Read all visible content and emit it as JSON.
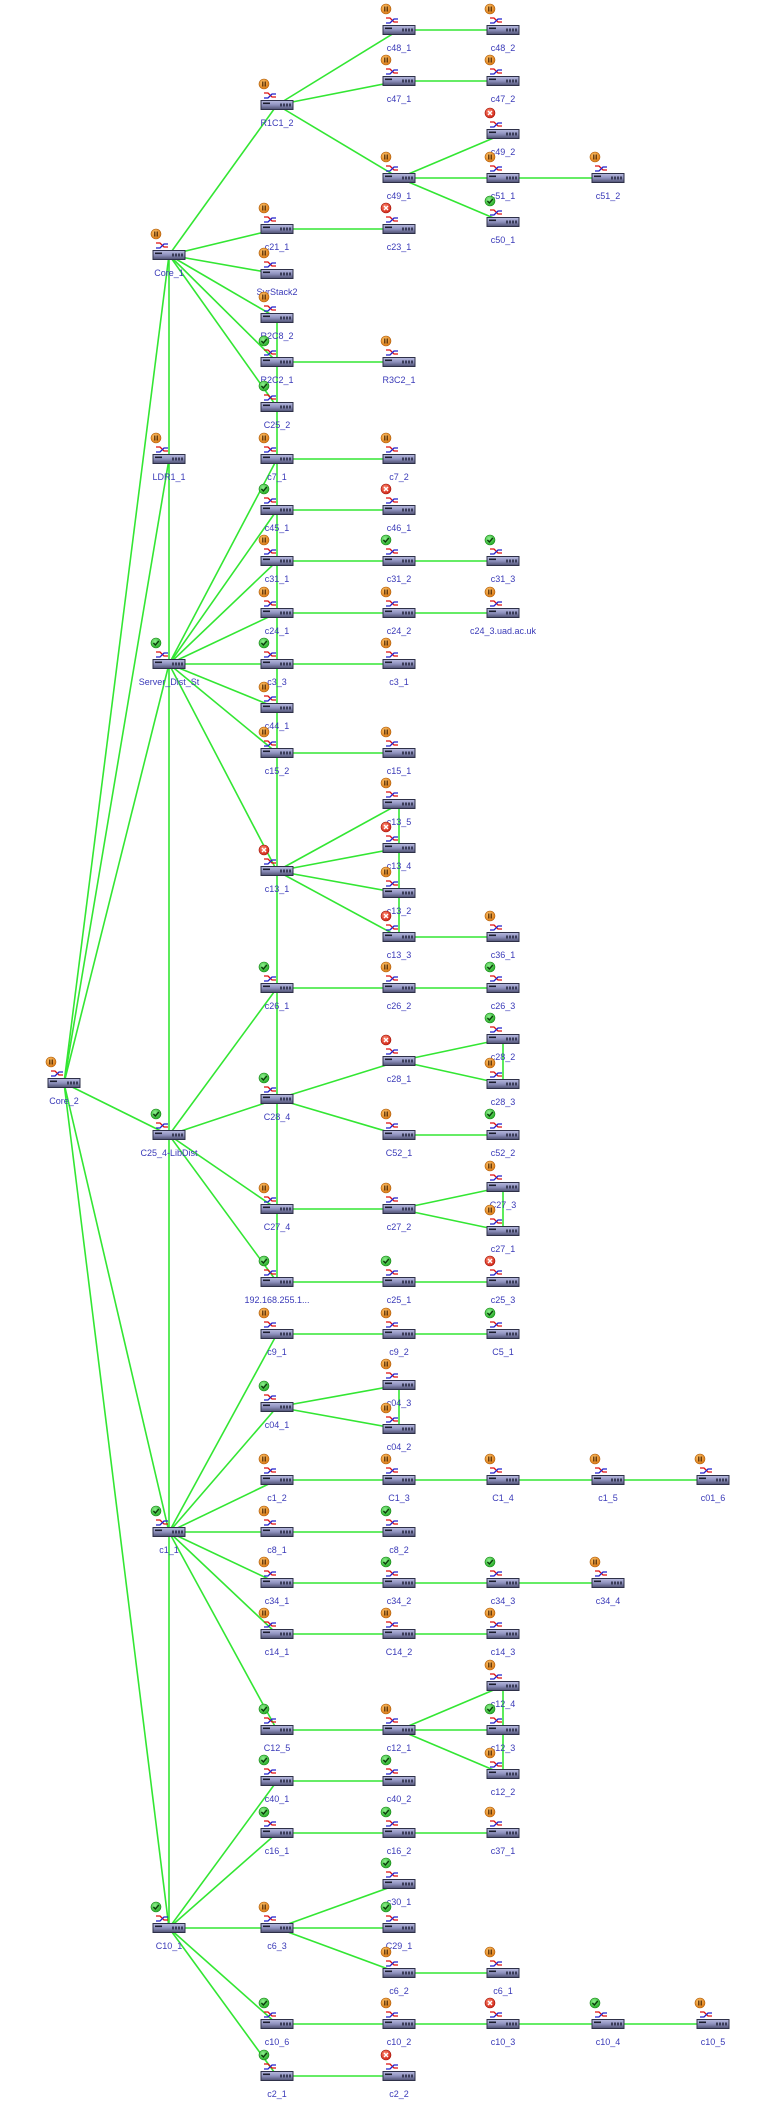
{
  "view": {
    "title": "Network Topology Map",
    "link_color": "#33e633",
    "label_color": "#3a3ab8",
    "status_colors": {
      "warning": "#e8891a",
      "ok": "#2fbf2f",
      "down": "#e0301e"
    }
  },
  "nodes": [
    {
      "id": "Core_2",
      "label": "Core_2",
      "status": "warning",
      "col": 0,
      "row": 1083
    },
    {
      "id": "Core_1",
      "label": "Core_1",
      "status": "warning",
      "col": 1,
      "row": 255
    },
    {
      "id": "LDR1_1",
      "label": "LDR1_1",
      "status": "warning",
      "col": 1,
      "row": 459
    },
    {
      "id": "Server_Dist_St",
      "label": "Server_Dist_St",
      "status": "ok",
      "col": 1,
      "row": 664
    },
    {
      "id": "C25_4",
      "label": "C25_4-LibDist",
      "status": "ok",
      "col": 1,
      "row": 1135
    },
    {
      "id": "c1_1",
      "label": "c1_1",
      "status": "ok",
      "col": 1,
      "row": 1532
    },
    {
      "id": "C10_1",
      "label": "C10_1",
      "status": "ok",
      "col": 1,
      "row": 1928
    },
    {
      "id": "R1C1_2",
      "label": "R1C1_2",
      "status": "warning",
      "col": 2,
      "row": 105
    },
    {
      "id": "c21_1",
      "label": "c21_1",
      "status": "warning",
      "col": 2,
      "row": 229
    },
    {
      "id": "SvrStack2",
      "label": "SvrStack2",
      "status": "warning",
      "col": 2,
      "row": 274
    },
    {
      "id": "R2C8_2",
      "label": "R2C8_2",
      "status": "warning",
      "col": 2,
      "row": 318
    },
    {
      "id": "R2C2_1",
      "label": "R2C2_1",
      "status": "ok",
      "col": 2,
      "row": 362
    },
    {
      "id": "C25_2",
      "label": "C25_2",
      "status": "ok",
      "col": 2,
      "row": 407
    },
    {
      "id": "c7_1",
      "label": "c7_1",
      "status": "warning",
      "col": 2,
      "row": 459
    },
    {
      "id": "c45_1",
      "label": "c45_1",
      "status": "ok",
      "col": 2,
      "row": 510
    },
    {
      "id": "c31_1",
      "label": "c31_1",
      "status": "warning",
      "col": 2,
      "row": 561
    },
    {
      "id": "c24_1",
      "label": "c24_1",
      "status": "warning",
      "col": 2,
      "row": 613
    },
    {
      "id": "c3_3",
      "label": "c3_3",
      "status": "ok",
      "col": 2,
      "row": 664
    },
    {
      "id": "c44_1",
      "label": "c44_1",
      "status": "warning",
      "col": 2,
      "row": 708
    },
    {
      "id": "c15_2",
      "label": "c15_2",
      "status": "warning",
      "col": 2,
      "row": 753
    },
    {
      "id": "c13_1",
      "label": "c13_1",
      "status": "down",
      "col": 2,
      "row": 871
    },
    {
      "id": "c26_1",
      "label": "c26_1",
      "status": "ok",
      "col": 2,
      "row": 988
    },
    {
      "id": "C28_4",
      "label": "C28_4",
      "status": "ok",
      "col": 2,
      "row": 1099
    },
    {
      "id": "C27_4",
      "label": "C27_4",
      "status": "warning",
      "col": 2,
      "row": 1209
    },
    {
      "id": "ip_192",
      "label": "192.168.255.1...",
      "status": "ok",
      "col": 2,
      "row": 1282
    },
    {
      "id": "c9_1",
      "label": "c9_1",
      "status": "warning",
      "col": 2,
      "row": 1334
    },
    {
      "id": "c04_1",
      "label": "c04_1",
      "status": "ok",
      "col": 2,
      "row": 1407
    },
    {
      "id": "c1_2",
      "label": "c1_2",
      "status": "warning",
      "col": 2,
      "row": 1480
    },
    {
      "id": "c8_1",
      "label": "c8_1",
      "status": "warning",
      "col": 2,
      "row": 1532
    },
    {
      "id": "c34_1",
      "label": "c34_1",
      "status": "warning",
      "col": 2,
      "row": 1583
    },
    {
      "id": "c14_1",
      "label": "c14_1",
      "status": "warning",
      "col": 2,
      "row": 1634
    },
    {
      "id": "C12_5",
      "label": "C12_5",
      "status": "ok",
      "col": 2,
      "row": 1730
    },
    {
      "id": "c40_1",
      "label": "c40_1",
      "status": "ok",
      "col": 2,
      "row": 1781
    },
    {
      "id": "c16_1",
      "label": "c16_1",
      "status": "ok",
      "col": 2,
      "row": 1833
    },
    {
      "id": "c6_3",
      "label": "c6_3",
      "status": "warning",
      "col": 2,
      "row": 1928
    },
    {
      "id": "c10_6",
      "label": "c10_6",
      "status": "ok",
      "col": 2,
      "row": 2024
    },
    {
      "id": "c2_1",
      "label": "c2_1",
      "status": "ok",
      "col": 2,
      "row": 2076
    },
    {
      "id": "c48_1",
      "label": "c48_1",
      "status": "warning",
      "col": 3,
      "row": 30
    },
    {
      "id": "c47_1",
      "label": "c47_1",
      "status": "warning",
      "col": 3,
      "row": 81
    },
    {
      "id": "c49_1",
      "label": "c49_1",
      "status": "warning",
      "col": 3,
      "row": 178
    },
    {
      "id": "c23_1",
      "label": "c23_1",
      "status": "down",
      "col": 3,
      "row": 229
    },
    {
      "id": "R3C2_1",
      "label": "R3C2_1",
      "status": "warning",
      "col": 3,
      "row": 362
    },
    {
      "id": "c7_2",
      "label": "c7_2",
      "status": "warning",
      "col": 3,
      "row": 459
    },
    {
      "id": "c46_1",
      "label": "c46_1",
      "status": "down",
      "col": 3,
      "row": 510
    },
    {
      "id": "c31_2",
      "label": "c31_2",
      "status": "ok",
      "col": 3,
      "row": 561
    },
    {
      "id": "c24_2",
      "label": "c24_2",
      "status": "warning",
      "col": 3,
      "row": 613
    },
    {
      "id": "c3_1",
      "label": "c3_1",
      "status": "warning",
      "col": 3,
      "row": 664
    },
    {
      "id": "c15_1",
      "label": "c15_1",
      "status": "warning",
      "col": 3,
      "row": 753
    },
    {
      "id": "c13_5",
      "label": "c13_5",
      "status": "warning",
      "col": 3,
      "row": 804
    },
    {
      "id": "c13_4",
      "label": "c13_4",
      "status": "down",
      "col": 3,
      "row": 848
    },
    {
      "id": "c13_2",
      "label": "c13_2",
      "status": "warning",
      "col": 3,
      "row": 893
    },
    {
      "id": "c13_3",
      "label": "c13_3",
      "status": "down",
      "col": 3,
      "row": 937
    },
    {
      "id": "c26_2",
      "label": "c26_2",
      "status": "warning",
      "col": 3,
      "row": 988
    },
    {
      "id": "c28_1",
      "label": "c28_1",
      "status": "down",
      "col": 3,
      "row": 1061
    },
    {
      "id": "C52_1",
      "label": "C52_1",
      "status": "warning",
      "col": 3,
      "row": 1135
    },
    {
      "id": "c27_2",
      "label": "c27_2",
      "status": "warning",
      "col": 3,
      "row": 1209
    },
    {
      "id": "c25_1",
      "label": "c25_1",
      "status": "ok",
      "col": 3,
      "row": 1282
    },
    {
      "id": "c9_2",
      "label": "c9_2",
      "status": "warning",
      "col": 3,
      "row": 1334
    },
    {
      "id": "c04_3",
      "label": "c04_3",
      "status": "warning",
      "col": 3,
      "row": 1385
    },
    {
      "id": "c04_2",
      "label": "c04_2",
      "status": "warning",
      "col": 3,
      "row": 1429
    },
    {
      "id": "C1_3",
      "label": "C1_3",
      "status": "warning",
      "col": 3,
      "row": 1480
    },
    {
      "id": "c8_2",
      "label": "c8_2",
      "status": "ok",
      "col": 3,
      "row": 1532
    },
    {
      "id": "c34_2",
      "label": "c34_2",
      "status": "ok",
      "col": 3,
      "row": 1583
    },
    {
      "id": "C14_2",
      "label": "C14_2",
      "status": "warning",
      "col": 3,
      "row": 1634
    },
    {
      "id": "c12_1",
      "label": "c12_1",
      "status": "warning",
      "col": 3,
      "row": 1730
    },
    {
      "id": "c40_2",
      "label": "c40_2",
      "status": "ok",
      "col": 3,
      "row": 1781
    },
    {
      "id": "c16_2",
      "label": "c16_2",
      "status": "ok",
      "col": 3,
      "row": 1833
    },
    {
      "id": "c30_1",
      "label": "c30_1",
      "status": "ok",
      "col": 3,
      "row": 1884
    },
    {
      "id": "C29_1",
      "label": "C29_1",
      "status": "ok",
      "col": 3,
      "row": 1928
    },
    {
      "id": "c6_2",
      "label": "c6_2",
      "status": "warning",
      "col": 3,
      "row": 1973
    },
    {
      "id": "c10_2",
      "label": "c10_2",
      "status": "warning",
      "col": 3,
      "row": 2024
    },
    {
      "id": "c2_2",
      "label": "c2_2",
      "status": "down",
      "col": 3,
      "row": 2076
    },
    {
      "id": "c48_2",
      "label": "c48_2",
      "status": "warning",
      "col": 4,
      "row": 30
    },
    {
      "id": "c47_2",
      "label": "c47_2",
      "status": "warning",
      "col": 4,
      "row": 81
    },
    {
      "id": "c49_2",
      "label": "c49_2",
      "status": "down",
      "col": 4,
      "row": 134
    },
    {
      "id": "c51_1",
      "label": "c51_1",
      "status": "warning",
      "col": 4,
      "row": 178
    },
    {
      "id": "c50_1",
      "label": "c50_1",
      "status": "ok",
      "col": 4,
      "row": 222
    },
    {
      "id": "c31_3",
      "label": "c31_3",
      "status": "ok",
      "col": 4,
      "row": 561
    },
    {
      "id": "c24_3",
      "label": "c24_3.uad.ac.uk",
      "status": "warning",
      "col": 4,
      "row": 613
    },
    {
      "id": "c36_1",
      "label": "c36_1",
      "status": "warning",
      "col": 4,
      "row": 937
    },
    {
      "id": "c26_3",
      "label": "c26_3",
      "status": "ok",
      "col": 4,
      "row": 988
    },
    {
      "id": "c28_2",
      "label": "c28_2",
      "status": "ok",
      "col": 4,
      "row": 1039
    },
    {
      "id": "c28_3",
      "label": "c28_3",
      "status": "warning",
      "col": 4,
      "row": 1084
    },
    {
      "id": "c52_2",
      "label": "c52_2",
      "status": "ok",
      "col": 4,
      "row": 1135
    },
    {
      "id": "C27_3",
      "label": "C27_3",
      "status": "warning",
      "col": 4,
      "row": 1187
    },
    {
      "id": "c27_1",
      "label": "c27_1",
      "status": "warning",
      "col": 4,
      "row": 1231
    },
    {
      "id": "c25_3",
      "label": "c25_3",
      "status": "down",
      "col": 4,
      "row": 1282
    },
    {
      "id": "C5_1",
      "label": "C5_1",
      "status": "ok",
      "col": 4,
      "row": 1334
    },
    {
      "id": "C1_4",
      "label": "C1_4",
      "status": "warning",
      "col": 4,
      "row": 1480
    },
    {
      "id": "c34_3",
      "label": "c34_3",
      "status": "ok",
      "col": 4,
      "row": 1583
    },
    {
      "id": "c14_3",
      "label": "c14_3",
      "status": "warning",
      "col": 4,
      "row": 1634
    },
    {
      "id": "c12_4",
      "label": "c12_4",
      "status": "warning",
      "col": 4,
      "row": 1686
    },
    {
      "id": "c12_3",
      "label": "c12_3",
      "status": "ok",
      "col": 4,
      "row": 1730
    },
    {
      "id": "c12_2",
      "label": "c12_2",
      "status": "warning",
      "col": 4,
      "row": 1774
    },
    {
      "id": "c37_1",
      "label": "c37_1",
      "status": "warning",
      "col": 4,
      "row": 1833
    },
    {
      "id": "c6_1",
      "label": "c6_1",
      "status": "warning",
      "col": 4,
      "row": 1973
    },
    {
      "id": "c10_3",
      "label": "c10_3",
      "status": "down",
      "col": 4,
      "row": 2024
    },
    {
      "id": "c51_2",
      "label": "c51_2",
      "status": "warning",
      "col": 5,
      "row": 178
    },
    {
      "id": "c1_5",
      "label": "c1_5",
      "status": "warning",
      "col": 5,
      "row": 1480
    },
    {
      "id": "c34_4",
      "label": "c34_4",
      "status": "warning",
      "col": 5,
      "row": 1583
    },
    {
      "id": "c10_4",
      "label": "c10_4",
      "status": "ok",
      "col": 5,
      "row": 2024
    },
    {
      "id": "c01_6",
      "label": "c01_6",
      "status": "warning",
      "col": 6,
      "row": 1480
    },
    {
      "id": "c10_5",
      "label": "c10_5",
      "status": "warning",
      "col": 6,
      "row": 2024
    }
  ],
  "links": [
    [
      "Core_2",
      "Core_1"
    ],
    [
      "Core_2",
      "LDR1_1"
    ],
    [
      "Core_2",
      "Server_Dist_St"
    ],
    [
      "Core_2",
      "C25_4"
    ],
    [
      "Core_2",
      "c1_1"
    ],
    [
      "Core_2",
      "C10_1"
    ],
    [
      "Core_1",
      "LDR1_1"
    ],
    [
      "Core_1",
      "R1C1_2"
    ],
    [
      "Core_1",
      "c21_1"
    ],
    [
      "Core_1",
      "SvrStack2"
    ],
    [
      "Core_1",
      "R2C8_2"
    ],
    [
      "Core_1",
      "R2C2_1"
    ],
    [
      "Core_1",
      "C25_2"
    ],
    [
      "LDR1_1",
      "Server_Dist_St"
    ],
    [
      "Server_Dist_St",
      "C25_4"
    ],
    [
      "C25_4",
      "c1_1"
    ],
    [
      "c1_1",
      "C10_1"
    ],
    [
      "R1C1_2",
      "c48_1"
    ],
    [
      "R1C1_2",
      "c47_1"
    ],
    [
      "R1C1_2",
      "c49_1"
    ],
    [
      "c48_1",
      "c48_2"
    ],
    [
      "c47_1",
      "c47_2"
    ],
    [
      "c49_1",
      "c49_2"
    ],
    [
      "c49_1",
      "c51_1"
    ],
    [
      "c49_1",
      "c50_1"
    ],
    [
      "c51_1",
      "c51_2"
    ],
    [
      "c21_1",
      "c23_1"
    ],
    [
      "R2C2_1",
      "R3C2_1"
    ],
    [
      "R2C8_2",
      "ip_192"
    ],
    [
      "Server_Dist_St",
      "c7_1"
    ],
    [
      "Server_Dist_St",
      "c45_1"
    ],
    [
      "Server_Dist_St",
      "c31_1"
    ],
    [
      "Server_Dist_St",
      "c24_1"
    ],
    [
      "Server_Dist_St",
      "c3_3"
    ],
    [
      "Server_Dist_St",
      "c44_1"
    ],
    [
      "Server_Dist_St",
      "c15_2"
    ],
    [
      "Server_Dist_St",
      "c13_1"
    ],
    [
      "c7_1",
      "c7_2"
    ],
    [
      "c45_1",
      "c46_1"
    ],
    [
      "c31_1",
      "c31_2"
    ],
    [
      "c31_2",
      "c31_3"
    ],
    [
      "c24_1",
      "c24_2"
    ],
    [
      "c24_2",
      "c24_3"
    ],
    [
      "c3_3",
      "c3_1"
    ],
    [
      "c15_2",
      "c15_1"
    ],
    [
      "c13_1",
      "c13_5"
    ],
    [
      "c13_1",
      "c13_4"
    ],
    [
      "c13_1",
      "c13_2"
    ],
    [
      "c13_1",
      "c13_3"
    ],
    [
      "c13_5",
      "c13_3"
    ],
    [
      "c13_3",
      "c36_1"
    ],
    [
      "C25_4",
      "c26_1"
    ],
    [
      "C25_4",
      "C28_4"
    ],
    [
      "C25_4",
      "C27_4"
    ],
    [
      "C25_4",
      "ip_192"
    ],
    [
      "c26_1",
      "c26_2"
    ],
    [
      "c26_2",
      "c26_3"
    ],
    [
      "C28_4",
      "c28_1"
    ],
    [
      "C28_4",
      "C52_1"
    ],
    [
      "c28_1",
      "c28_2"
    ],
    [
      "c28_1",
      "c28_3"
    ],
    [
      "c28_2",
      "c28_3"
    ],
    [
      "C52_1",
      "c52_2"
    ],
    [
      "C27_4",
      "c27_2"
    ],
    [
      "c27_2",
      "C27_3"
    ],
    [
      "c27_2",
      "c27_1"
    ],
    [
      "C27_3",
      "c27_1"
    ],
    [
      "ip_192",
      "c25_1"
    ],
    [
      "c25_1",
      "c25_3"
    ],
    [
      "c1_1",
      "c9_1"
    ],
    [
      "c1_1",
      "c04_1"
    ],
    [
      "c1_1",
      "c1_2"
    ],
    [
      "c1_1",
      "c8_1"
    ],
    [
      "c1_1",
      "c34_1"
    ],
    [
      "c1_1",
      "c14_1"
    ],
    [
      "c1_1",
      "C12_5"
    ],
    [
      "c9_1",
      "c9_2"
    ],
    [
      "c9_2",
      "C5_1"
    ],
    [
      "c04_1",
      "c04_3"
    ],
    [
      "c04_1",
      "c04_2"
    ],
    [
      "c04_3",
      "c04_2"
    ],
    [
      "c1_2",
      "C1_3"
    ],
    [
      "C1_3",
      "C1_4"
    ],
    [
      "C1_4",
      "c1_5"
    ],
    [
      "c1_5",
      "c01_6"
    ],
    [
      "c8_1",
      "c8_2"
    ],
    [
      "c34_1",
      "c34_2"
    ],
    [
      "c34_2",
      "c34_3"
    ],
    [
      "c34_3",
      "c34_4"
    ],
    [
      "c14_1",
      "C14_2"
    ],
    [
      "C14_2",
      "c14_3"
    ],
    [
      "C12_5",
      "c12_1"
    ],
    [
      "c12_1",
      "c12_4"
    ],
    [
      "c12_1",
      "c12_3"
    ],
    [
      "c12_1",
      "c12_2"
    ],
    [
      "c12_4",
      "c12_2"
    ],
    [
      "C10_1",
      "c40_1"
    ],
    [
      "C10_1",
      "c16_1"
    ],
    [
      "C10_1",
      "c6_3"
    ],
    [
      "C10_1",
      "c10_6"
    ],
    [
      "C10_1",
      "c2_1"
    ],
    [
      "c40_1",
      "c40_2"
    ],
    [
      "c16_1",
      "c16_2"
    ],
    [
      "c16_2",
      "c37_1"
    ],
    [
      "c6_3",
      "c30_1"
    ],
    [
      "c6_3",
      "C29_1"
    ],
    [
      "c6_3",
      "c6_2"
    ],
    [
      "c6_2",
      "c6_1"
    ],
    [
      "c10_6",
      "c10_2"
    ],
    [
      "c10_2",
      "c10_3"
    ],
    [
      "c10_3",
      "c10_4"
    ],
    [
      "c10_4",
      "c10_5"
    ],
    [
      "c2_1",
      "c2_2"
    ]
  ]
}
